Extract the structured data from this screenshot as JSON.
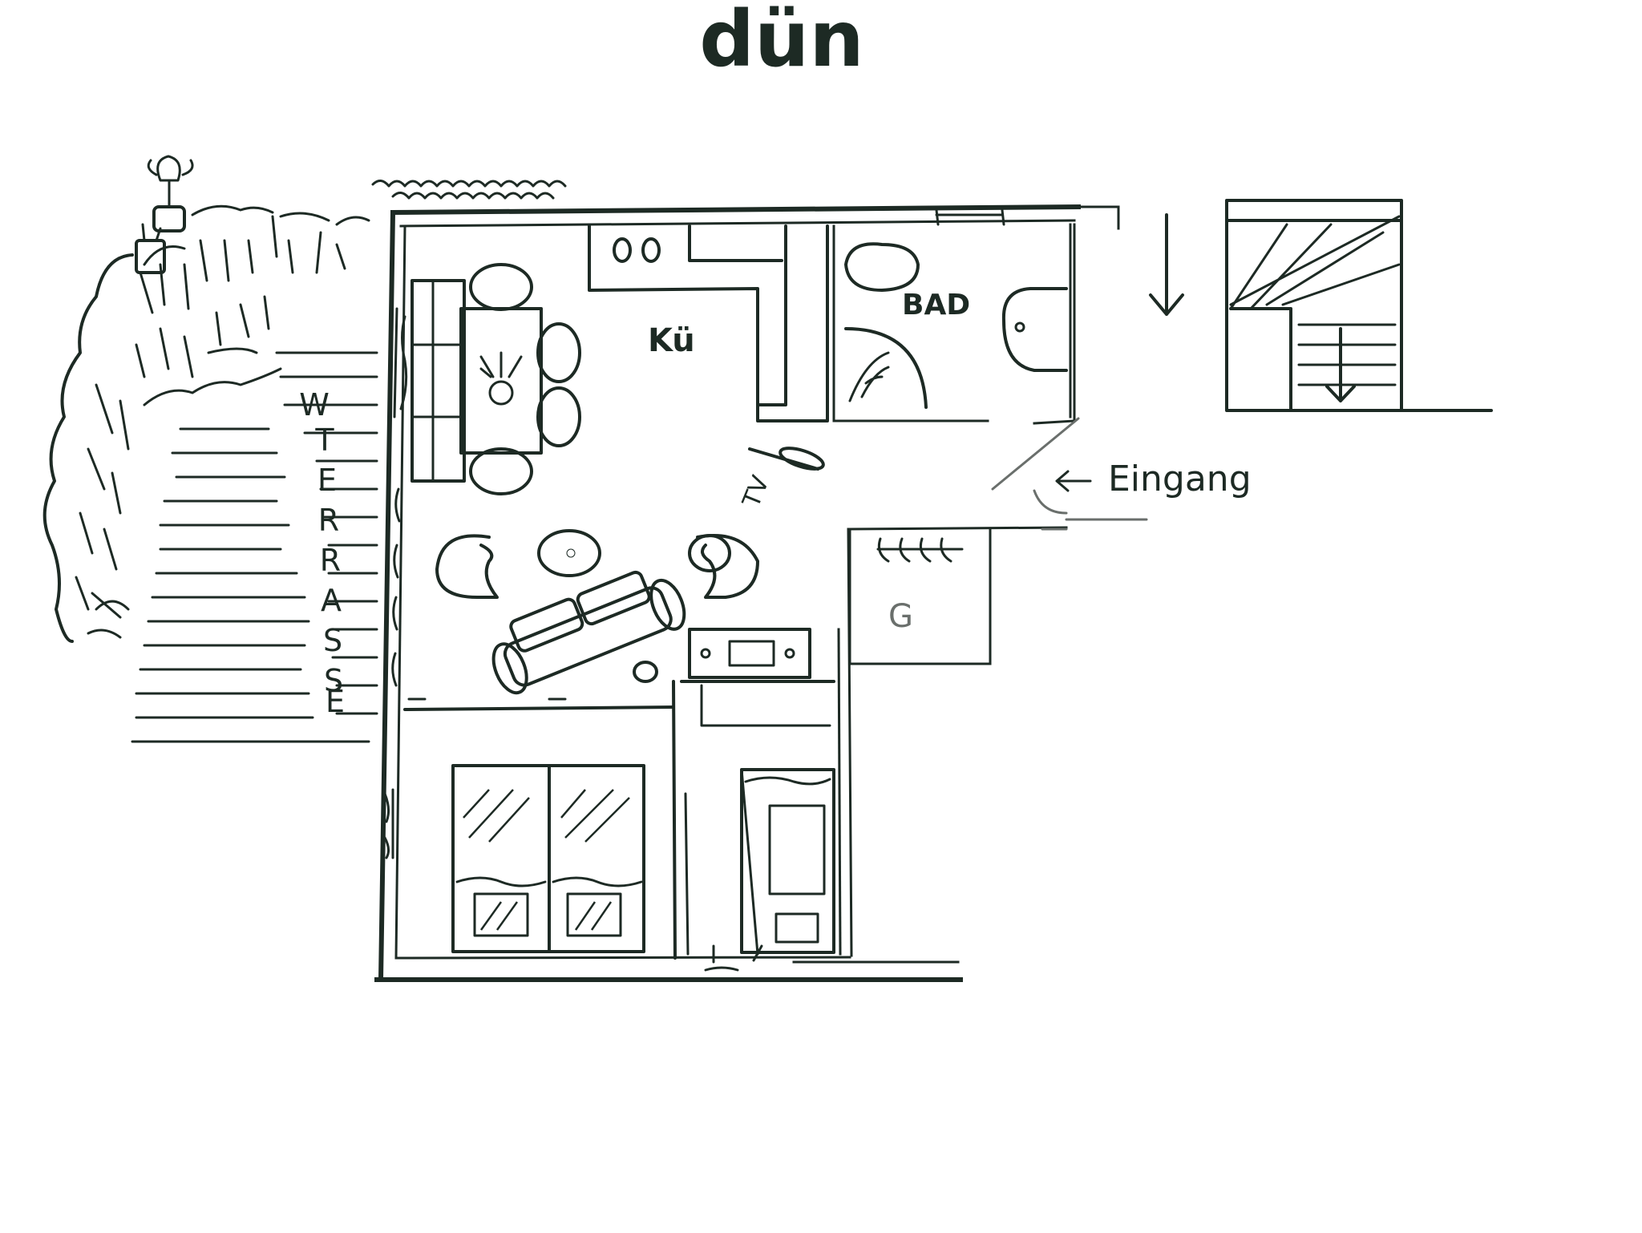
{
  "title": "dün",
  "labels": {
    "kitchen": "Kü",
    "bathroom": "BAD",
    "tv": "TV",
    "entrance": "Eingang",
    "wardrobe": "G",
    "terrace_letters": [
      "W",
      "T",
      "E",
      "R",
      "R",
      "A",
      "S",
      "S",
      "E"
    ]
  },
  "colors": {
    "ink": "#1d2a24",
    "paper": "#ffffff",
    "pencil": "#6a6f6c"
  },
  "icons": [
    "arrow-down-icon",
    "arrow-left-icon",
    "plant-pot-icon"
  ]
}
